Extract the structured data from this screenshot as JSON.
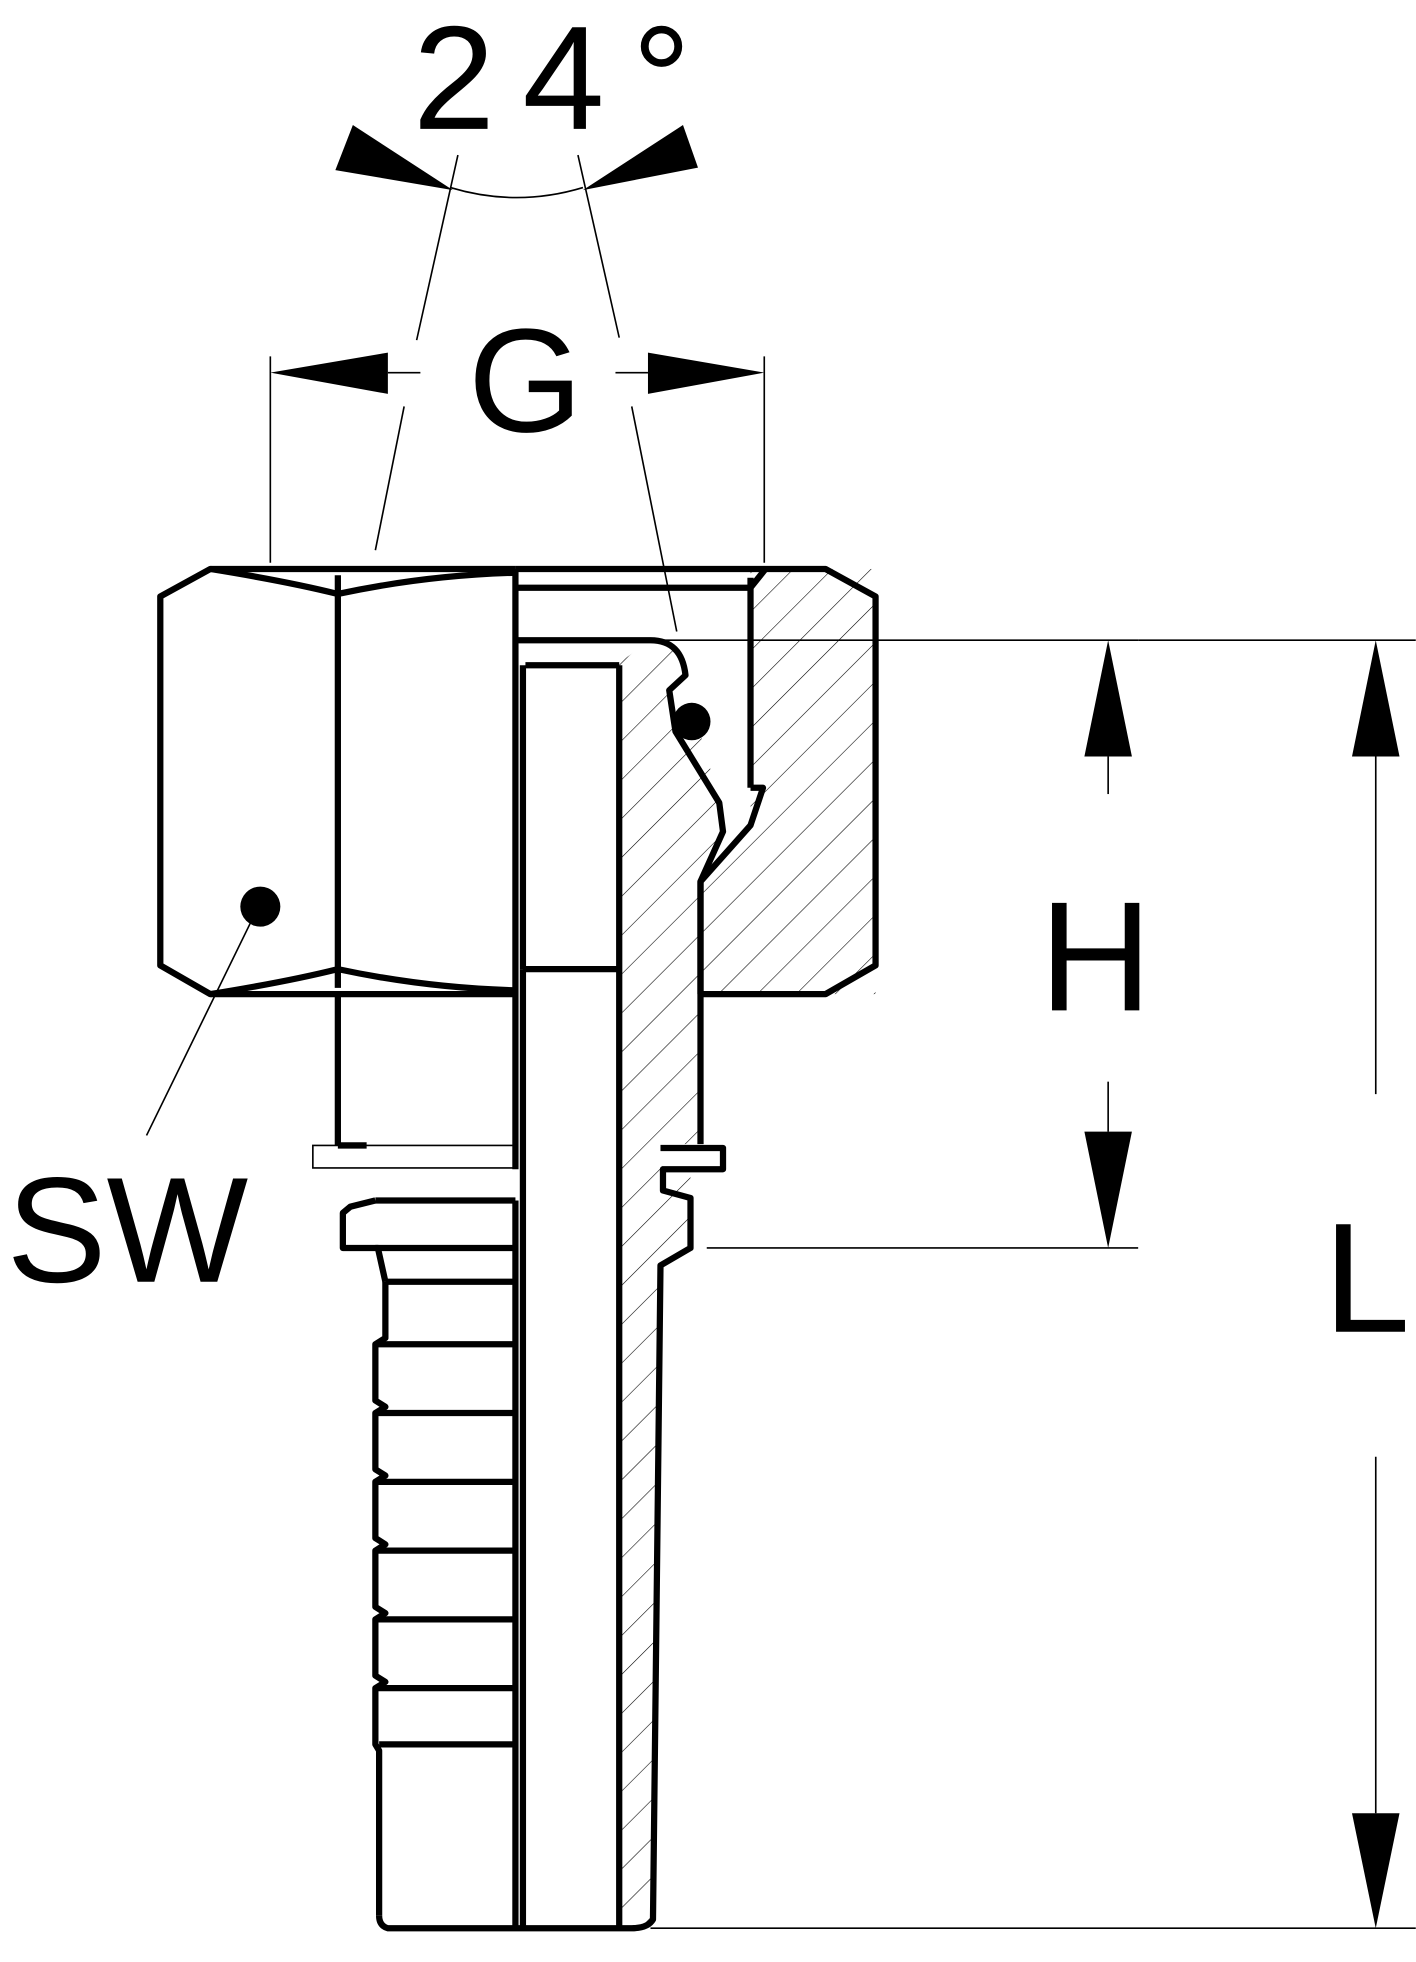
{
  "drawing": {
    "angle_label": "24°",
    "thread_label": "G",
    "height_label": "H",
    "length_label": "L",
    "wrench_size_label": "SW"
  },
  "colors": {
    "line": "#000000",
    "background": "#ffffff"
  }
}
